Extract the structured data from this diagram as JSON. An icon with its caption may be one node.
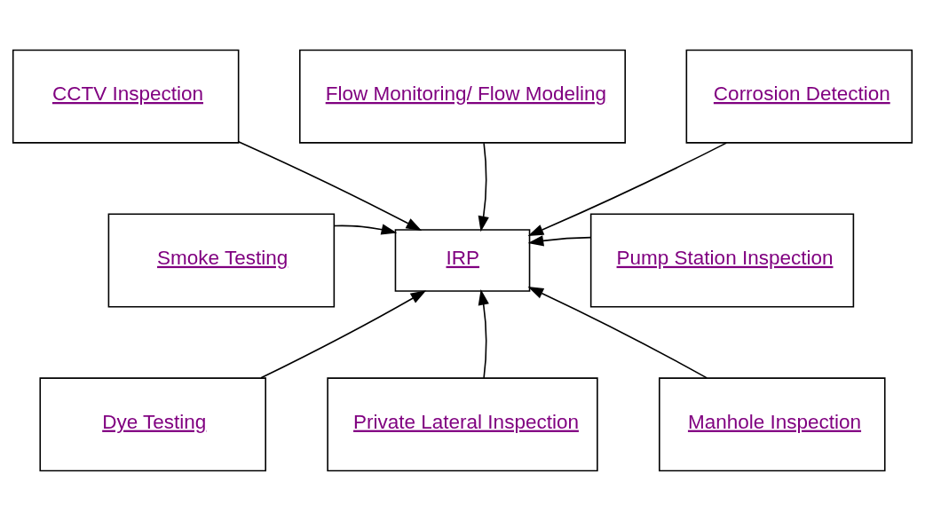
{
  "diagram": {
    "nodes": [
      {
        "text": [
          "Flow Monitoring/ Flow Modeling"
        ]
      },
      {
        "text": [
          "CCTV Inspection"
        ]
      },
      {
        "text": [
          "Corrosion Detection"
        ]
      },
      {
        "text": [
          "IRP"
        ]
      },
      {
        "text": [
          "Smoke Testing"
        ]
      },
      {
        "text": [
          "Pump Station Inspection"
        ]
      },
      {
        "text": [
          "Dye Testing"
        ]
      },
      {
        "text": [
          "Private Lateral Inspection"
        ]
      },
      {
        "text": [
          "Manhole Inspection"
        ]
      }
    ],
    "edges": [
      {
        "from": 0,
        "to": 3,
        "arrow": "to"
      },
      {
        "from": 1,
        "to": 3,
        "arrow": "to"
      },
      {
        "from": 2,
        "to": 3,
        "arrow": "to"
      },
      {
        "from": 4,
        "to": 3,
        "arrow": "to"
      },
      {
        "from": 5,
        "to": 3,
        "arrow": "to"
      },
      {
        "from": 6,
        "to": 3,
        "arrow": "to"
      },
      {
        "from": 7,
        "to": 3,
        "arrow": "to"
      },
      {
        "from": 8,
        "to": 3,
        "arrow": "to"
      }
    ]
  }
}
